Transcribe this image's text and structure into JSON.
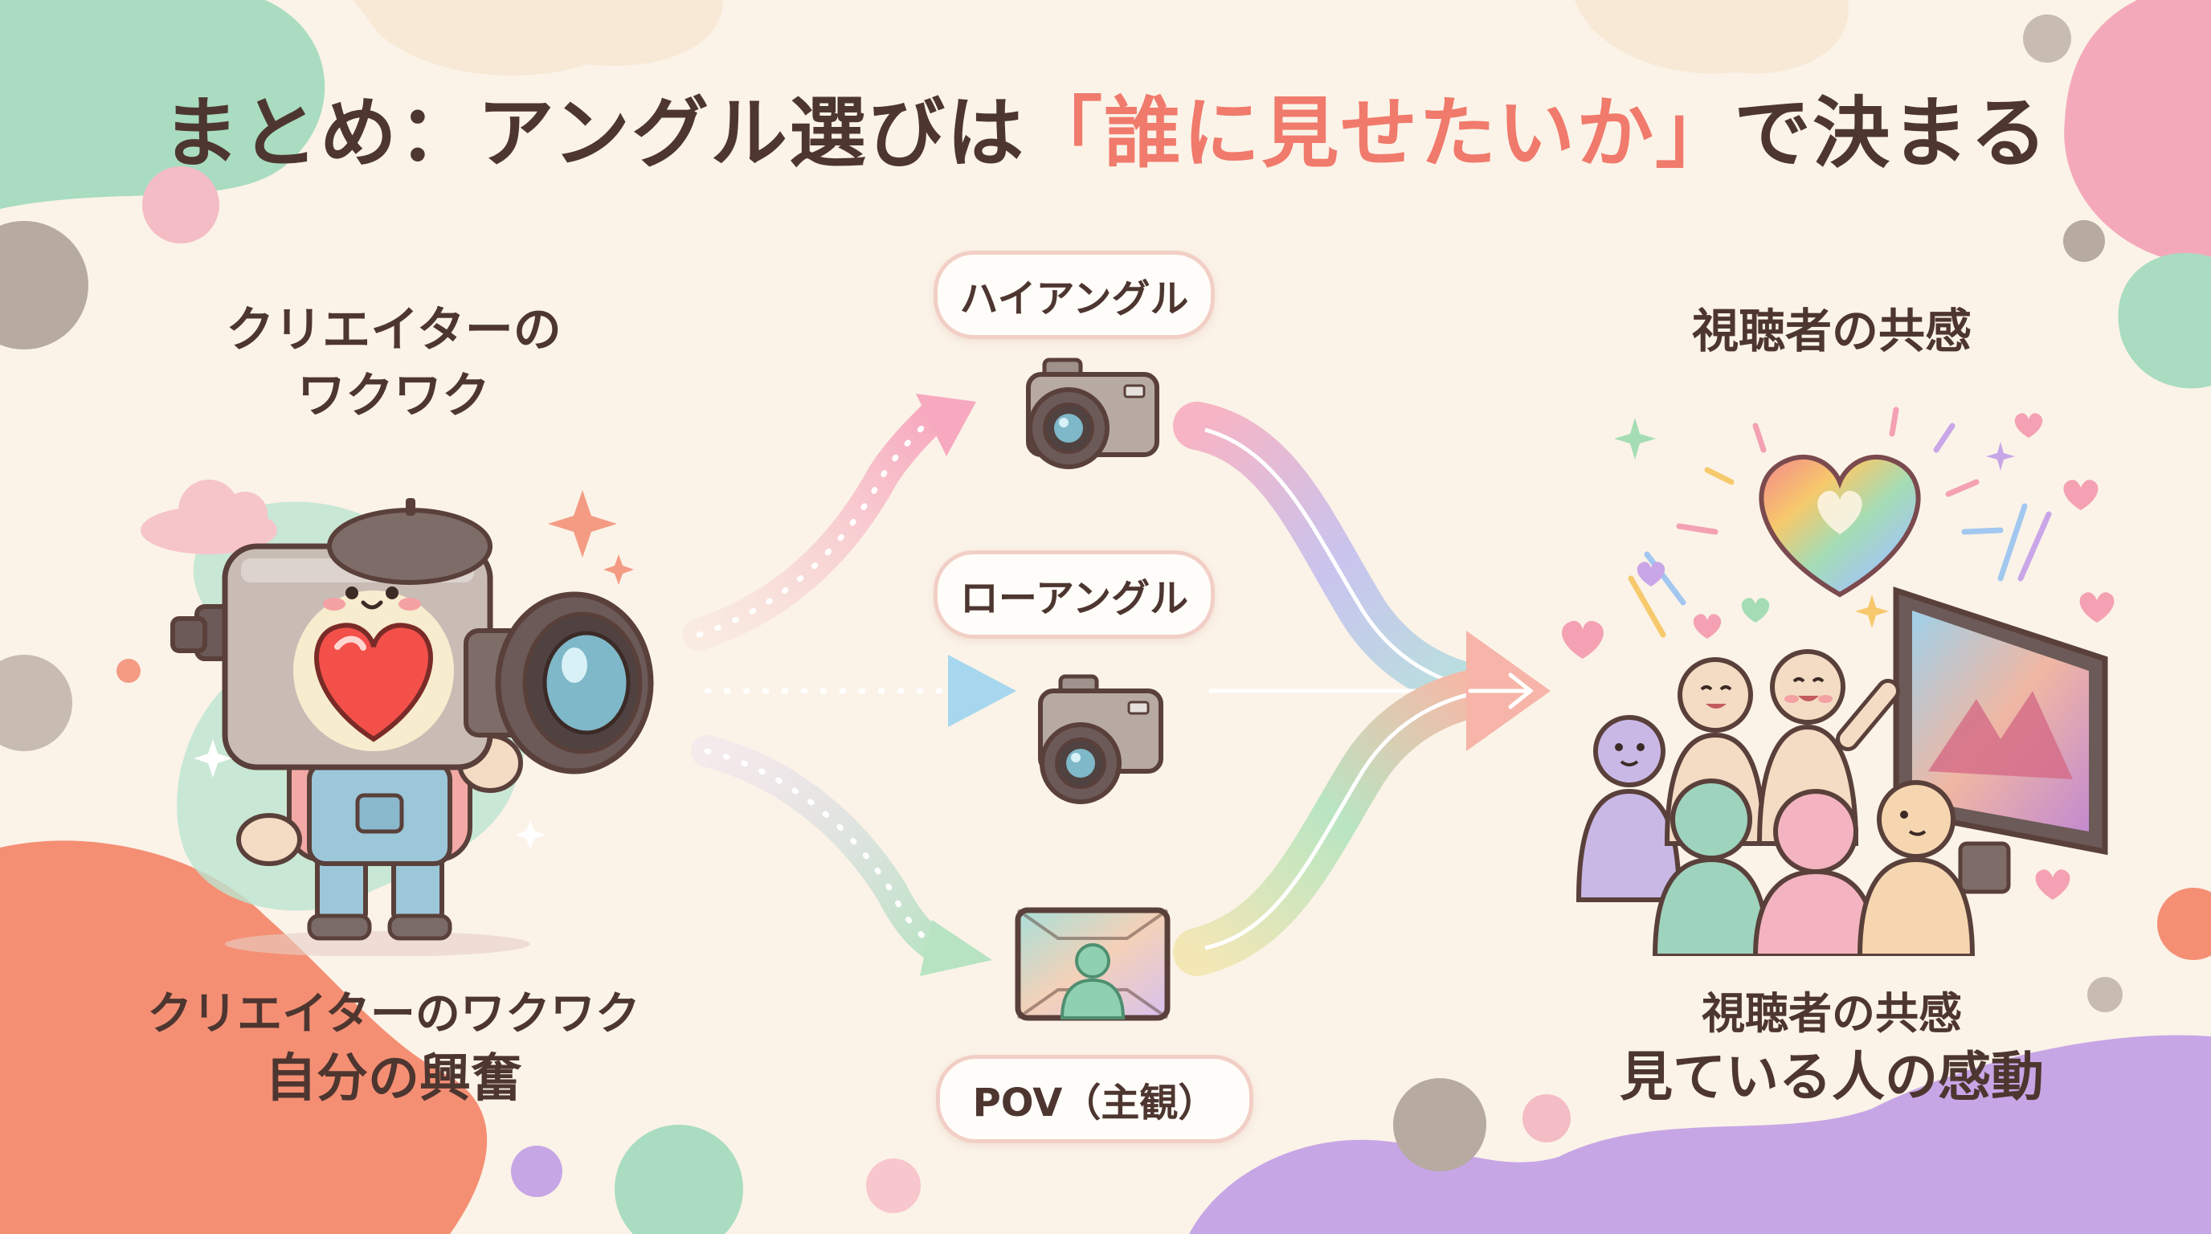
{
  "title": {
    "prefix": "まとめ：アングル選びは",
    "highlight": "「誰に見せたいか」",
    "suffix": "で決まる"
  },
  "creator": {
    "top_line1": "クリエイターの",
    "top_line2": "ワクワク",
    "bottom_line1": "クリエイターのワクワク",
    "bottom_line2": "自分の興奮"
  },
  "angles": [
    {
      "label": "ハイアングル",
      "icon": "camera-icon"
    },
    {
      "label": "ローアングル",
      "icon": "camera-icon"
    },
    {
      "label": "POV（主観）",
      "icon": "pov-screen-icon"
    }
  ],
  "viewer": {
    "top_label": "視聴者の共感",
    "bottom_line1": "視聴者の共感",
    "bottom_line2": "見ている人の感動"
  },
  "colors": {
    "accent": "#f07a6c",
    "text": "#4e3630",
    "background": "#fbf3e8"
  }
}
